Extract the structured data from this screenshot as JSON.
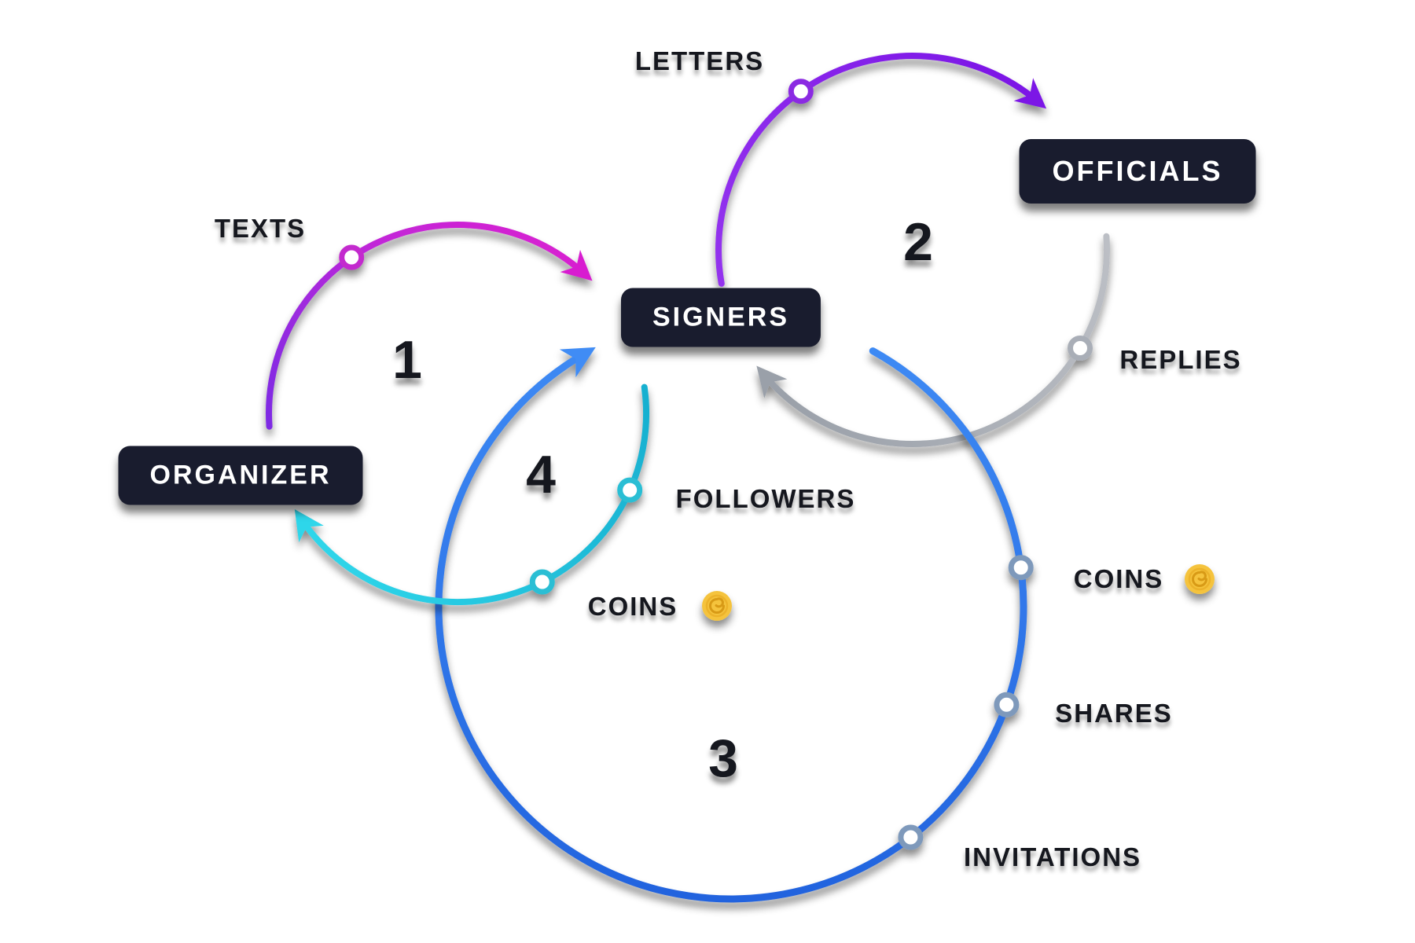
{
  "diagram": {
    "entities": [
      {
        "id": "organizer",
        "label": "ORGANIZER"
      },
      {
        "id": "signers",
        "label": "SIGNERS"
      },
      {
        "id": "officials",
        "label": "OFFICIALS"
      }
    ],
    "flows": [
      {
        "step": "1",
        "color": "#d81fd0",
        "milestones": [
          "TEXTS"
        ]
      },
      {
        "step": "2",
        "color": "#7c16e6",
        "milestones": [
          "LETTERS"
        ]
      },
      {
        "step": "",
        "color": "#a2a7af",
        "milestones": [
          "REPLIES"
        ]
      },
      {
        "step": "3",
        "color": "#2e7cea",
        "milestones": [
          "COINS",
          "SHARES",
          "INVITATIONS"
        ]
      },
      {
        "step": "4",
        "color": "#2fd6ea",
        "milestones": [
          "FOLLOWERS",
          "COINS"
        ]
      }
    ],
    "icons": {
      "coin": "coin-icon"
    },
    "colors": {
      "canvas_background": "#ffffff",
      "entity_box_bg": "#191c2e",
      "entity_box_text": "#ffffff",
      "label_text": "#15171e",
      "coin_gold": "#f5c33c",
      "node_fill": "#ffffff",
      "blue_node_ring": "#7e99bb"
    }
  }
}
